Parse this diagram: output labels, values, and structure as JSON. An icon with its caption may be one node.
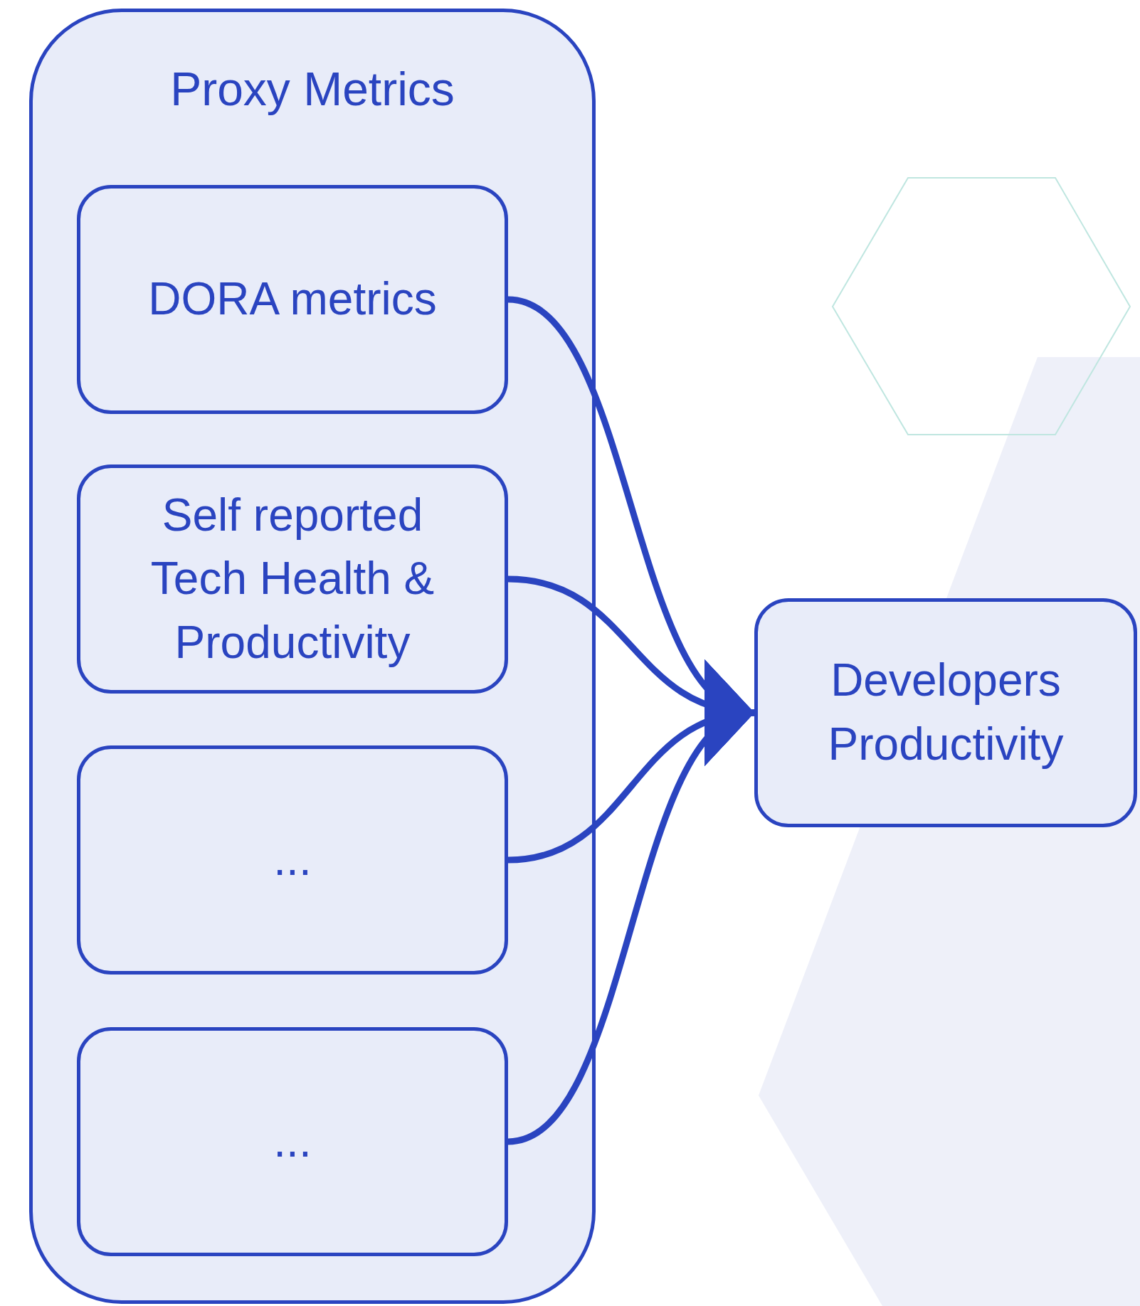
{
  "diagram": {
    "nodes": [
      {
        "text": [
          "Proxy Metrics"
        ]
      },
      {
        "text": [
          "DORA metrics"
        ],
        "in": 0
      },
      {
        "text": [
          "Self reported Tech Health & Productivity"
        ],
        "in": 0
      },
      {
        "text": [
          "..."
        ],
        "in": 0
      },
      {
        "text": [
          "..."
        ],
        "in": 0
      },
      {
        "text": [
          "Developers Productivity"
        ]
      }
    ],
    "edges": [
      {
        "from": 1,
        "to": 5,
        "arrow": "to"
      },
      {
        "from": 2,
        "to": 5,
        "arrow": "to"
      },
      {
        "from": 3,
        "to": 5,
        "arrow": "to"
      },
      {
        "from": 4,
        "to": 5,
        "arrow": "to"
      }
    ]
  }
}
